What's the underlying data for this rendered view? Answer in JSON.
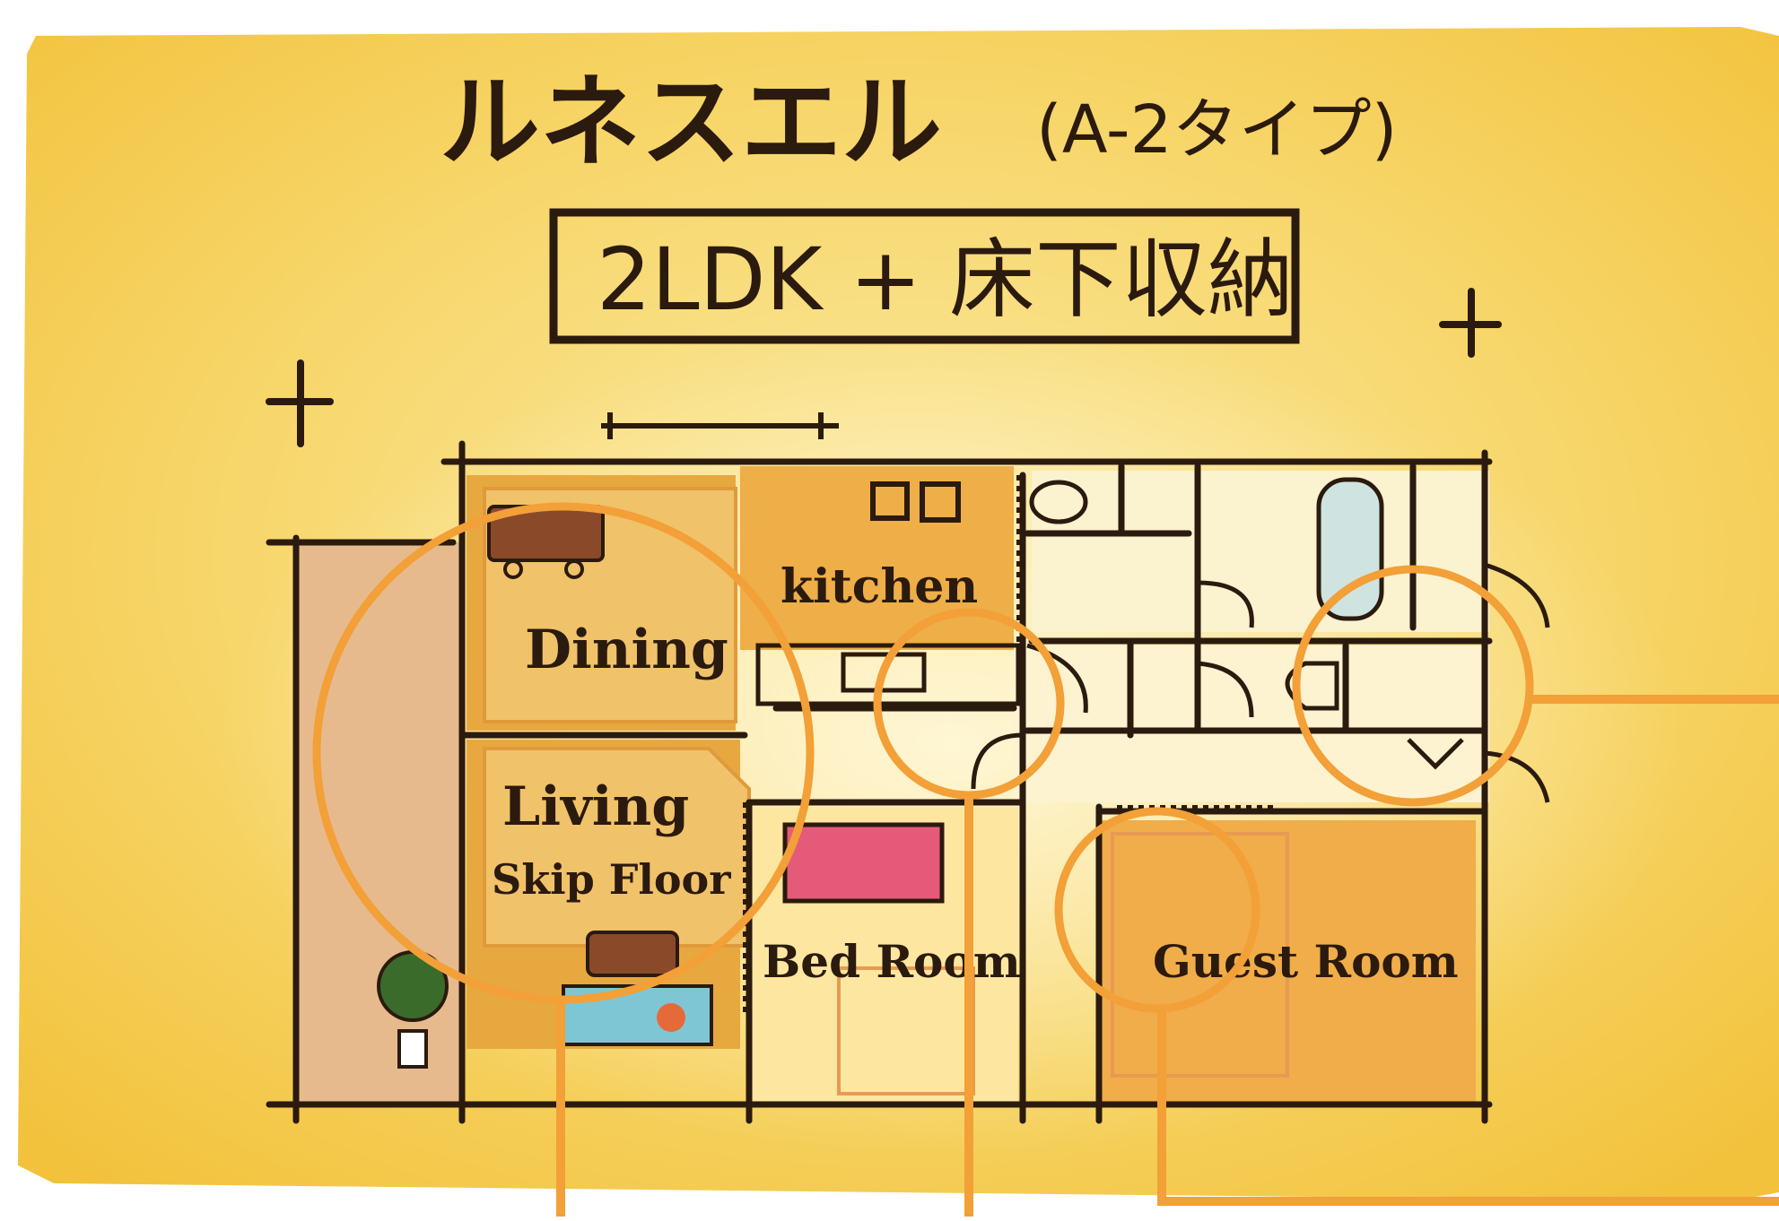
{
  "header": {
    "title": "ルネスエル",
    "subtitle": "(A-2タイプ)",
    "badge": "2LDK + 床下収納"
  },
  "rooms": {
    "dining": "Dining",
    "kitchen": "kitchen",
    "living": "Living",
    "living_note": "Skip Floor",
    "bedroom": "Bed Room",
    "guest": "Guest Room"
  },
  "colors": {
    "paper": "#f7c846",
    "accent_orange": "#f2a037",
    "ink": "#2b1a0e",
    "floor_pink": "#e8b48a",
    "bed_pink": "#e55a78"
  }
}
